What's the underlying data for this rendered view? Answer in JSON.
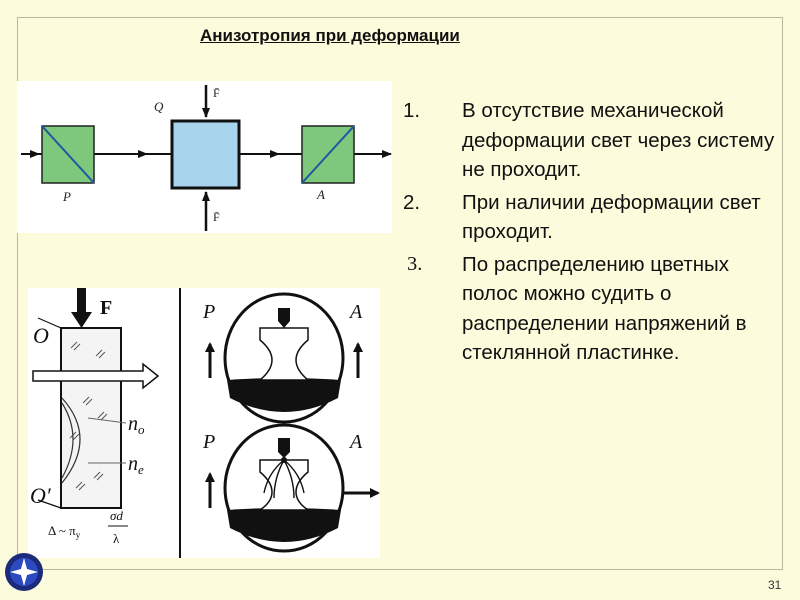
{
  "slide": {
    "title": "Анизотропия при деформации",
    "page_number": "31",
    "items": [
      {
        "number": "1.",
        "text": "В отсутствие механической деформации свет через систему не проходит."
      },
      {
        "number": "2.",
        "text": "При наличии деформации  свет проходит."
      },
      {
        "number": "3.",
        "text": "По распределению цветных полос можно судить о распределении напряжений в стеклянной пластинке."
      }
    ]
  },
  "figure_top": {
    "label_q": "Q",
    "label_p": "P",
    "label_a": "A",
    "force_top": "F̄",
    "force_bottom": "F̄"
  },
  "figure_bottom": {
    "label_force": "F",
    "label_o": "O",
    "label_o_prime": "O′",
    "label_no": "n",
    "label_no_sub": "o",
    "label_ne": "n",
    "label_ne_sub": "e",
    "label_p1": "P",
    "label_a1": "A",
    "label_p2": "P",
    "label_a2": "A",
    "formula_delta": "Δ ~ π",
    "formula_sub": "y",
    "formula_num": "σd",
    "formula_den": "λ"
  },
  "colors": {
    "background": "#fcfcdc",
    "polarizer_fill": "#7ec87e",
    "sample_fill": "#a9d4ee",
    "diagonal": "#1a5aa0"
  }
}
